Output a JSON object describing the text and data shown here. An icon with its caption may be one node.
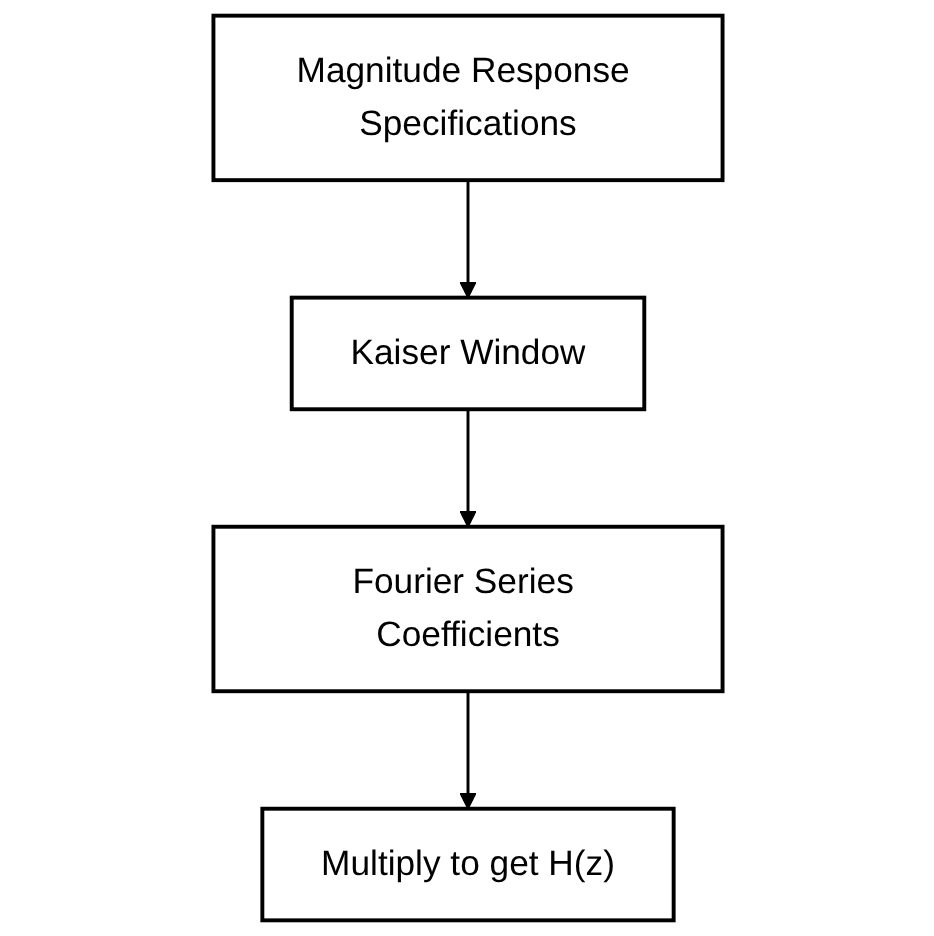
{
  "diagram": {
    "nodes": [
      {
        "text": [
          "Magnitude Response Specifications"
        ]
      },
      {
        "text": [
          "Kaiser Window"
        ]
      },
      {
        "text": [
          "Fourier Series Coefficients"
        ]
      },
      {
        "text": [
          "Multiply to get H(z)"
        ]
      }
    ],
    "edges": [
      {
        "from": 0,
        "to": 1,
        "arrow": "to"
      },
      {
        "from": 1,
        "to": 2,
        "arrow": "to"
      },
      {
        "from": 2,
        "to": 3,
        "arrow": "to"
      }
    ]
  }
}
